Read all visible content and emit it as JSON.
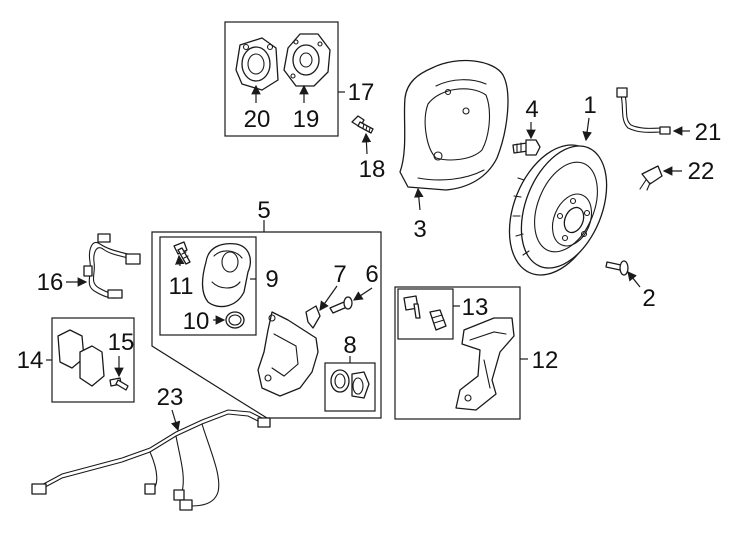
{
  "callouts": {
    "n1": "1",
    "n2": "2",
    "n3": "3",
    "n4": "4",
    "n5": "5",
    "n6": "6",
    "n7": "7",
    "n8": "8",
    "n9": "9",
    "n10": "10",
    "n11": "11",
    "n12": "12",
    "n13": "13",
    "n14": "14",
    "n15": "15",
    "n16": "16",
    "n17": "17",
    "n18": "18",
    "n19": "19",
    "n20": "20",
    "n21": "21",
    "n22": "22",
    "n23": "23"
  },
  "colors": {
    "line": "#1a1a1a",
    "background": "#ffffff"
  }
}
